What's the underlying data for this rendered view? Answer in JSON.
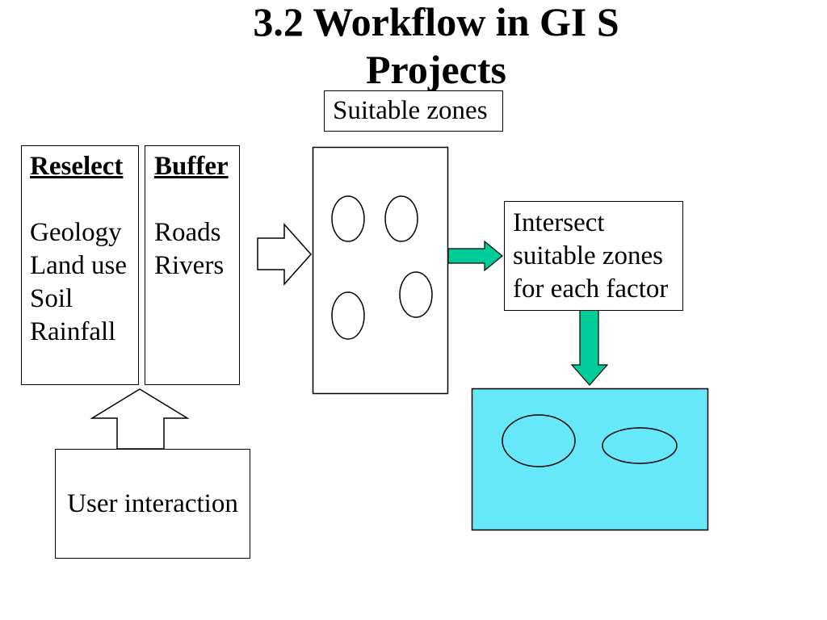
{
  "title": {
    "line1": "3.2 Workflow in GI S",
    "line2": "Projects"
  },
  "suitable_zones_label": "Suitable zones",
  "reselect_box": {
    "heading": "Reselect",
    "items": [
      "Geology",
      "Land use",
      "Soil",
      "Rainfall"
    ]
  },
  "buffer_box": {
    "heading": "Buffer",
    "items": [
      "Roads",
      "Rivers"
    ]
  },
  "intersect_box": {
    "lines": [
      "Intersect",
      "suitable zones",
      "for each factor"
    ]
  },
  "user_interaction_label": "User interaction",
  "colors": {
    "arrow_green": "#00cc99",
    "result_fill": "#66e8f8"
  }
}
